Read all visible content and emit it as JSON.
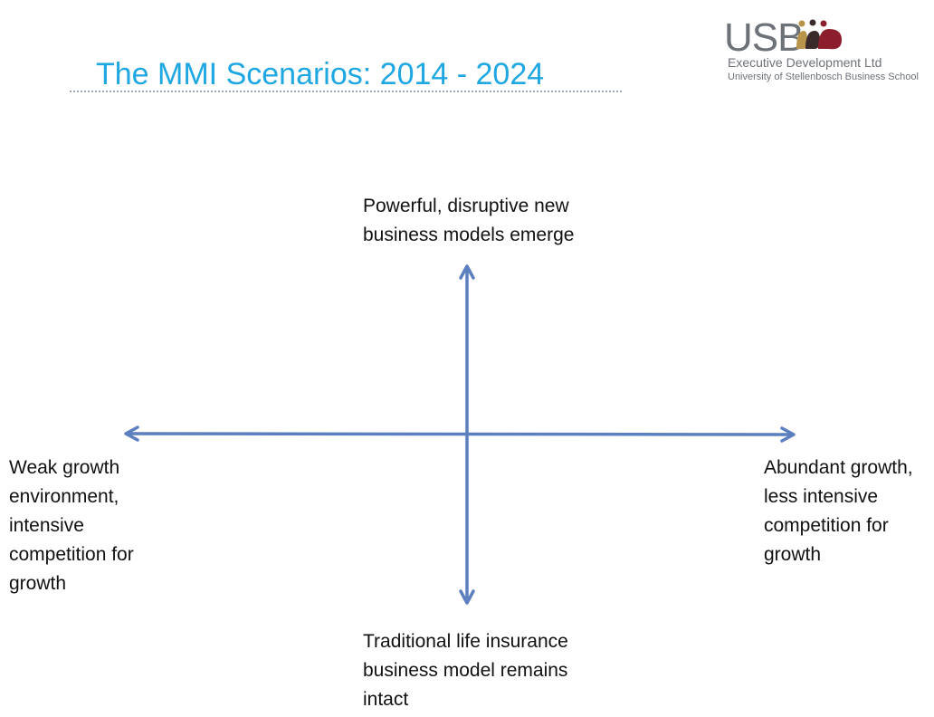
{
  "colors": {
    "title": "#1ea7e1",
    "axis": "#5b7fbf",
    "text": "#111111",
    "logo_grey": "#6d7278",
    "logo_red": "#8b1d2c",
    "logo_gold": "#b8954a",
    "logo_dark": "#3a2a2a"
  },
  "header": {
    "title": "The MMI Scenarios: 2014 - 2024"
  },
  "logo": {
    "wordmark": "USB",
    "line1": "Executive Development Ltd",
    "line2": "University of Stellenbosch Business School"
  },
  "axes": {
    "top": "Powerful, disruptive new business models emerge",
    "bottom": "Traditional life insurance business model remains intact",
    "left": "Weak growth environment, intensive competition for growth",
    "right": "Abundant growth, less intensive competition for growth"
  }
}
